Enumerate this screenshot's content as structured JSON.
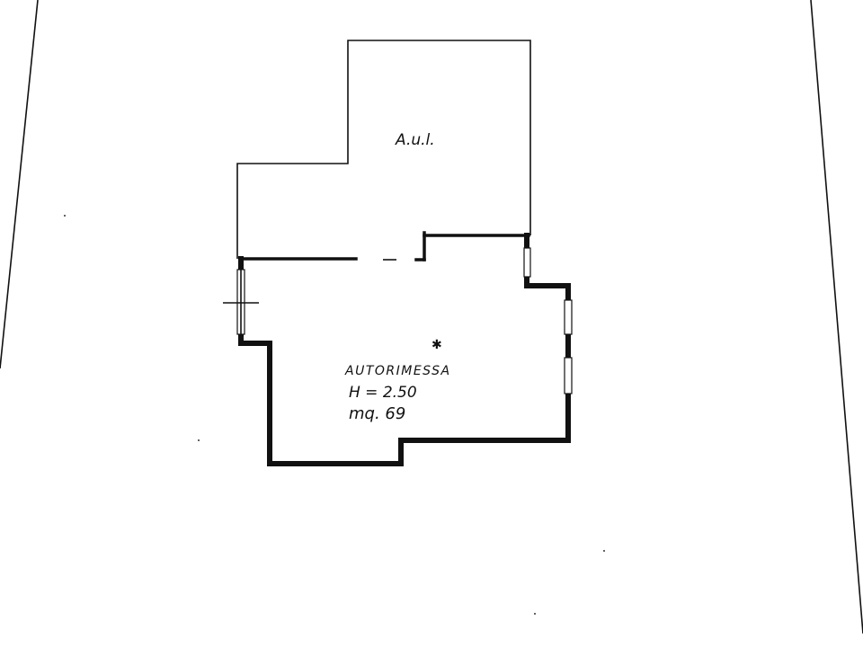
{
  "rooms": {
    "upper_area": {
      "label": "A.u.l."
    },
    "garage": {
      "name": "AUTORIMESSA",
      "height": "H = 2.50",
      "area": "mq. 69"
    }
  },
  "colors": {
    "line": "#111111",
    "background": "#ffffff"
  }
}
